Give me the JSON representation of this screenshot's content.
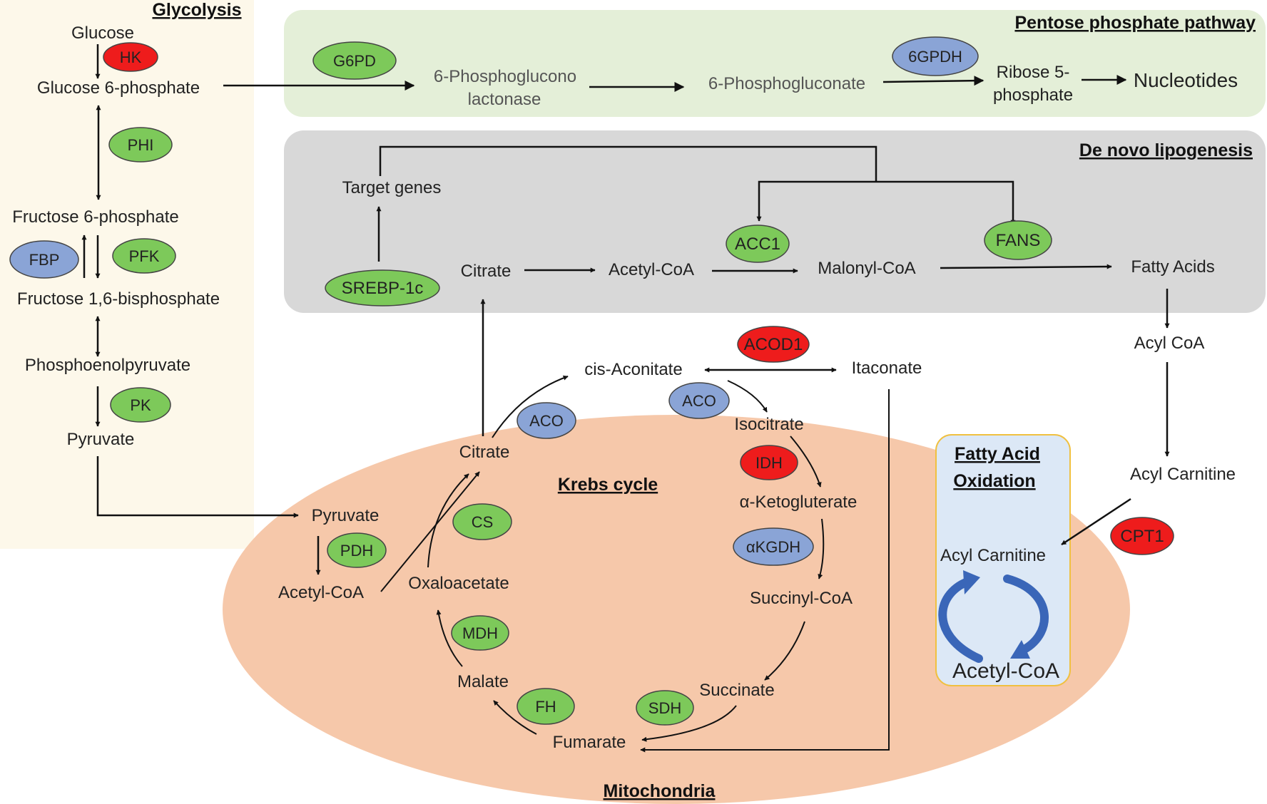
{
  "regions": {
    "glycolysis": "Glycolysis",
    "pentose": "Pentose phosphate pathway",
    "lipogenesis": "De novo lipogenesis",
    "krebs": "Krebs cycle",
    "mitochondria": "Mitochondria",
    "fao_line1": "Fatty Acid",
    "fao_line2": "Oxidation"
  },
  "glycolysis": {
    "glucose": "Glucose",
    "g6p": "Glucose 6-phosphate",
    "f6p": "Fructose 6-phosphate",
    "f16bp": "Fructose 1,6-bisphosphate",
    "pep": "Phosphoenolpyruvate",
    "pyruvate": "Pyruvate"
  },
  "pentose": {
    "pgl_line1": "6-Phosphoglucono",
    "pgl_line2": "lactonase",
    "pg": "6-Phosphogluconate",
    "r5p_line1": "Ribose 5-",
    "r5p_line2": "phosphate",
    "nucleotides": "Nucleotides"
  },
  "lipogenesis": {
    "target_genes": "Target genes",
    "citrate": "Citrate",
    "acetyl_coa": "Acetyl-CoA",
    "malonyl_coa": "Malonyl-CoA",
    "fatty_acids": "Fatty Acids"
  },
  "fatty_acid": {
    "acyl_coa": "Acyl CoA",
    "acyl_carnitine": "Acyl Carnitine",
    "acyl_carnitine_inner": "Acyl Carnitine",
    "acetyl_coa_big": "Acetyl-CoA"
  },
  "krebs": {
    "pyruvate": "Pyruvate",
    "acetyl_coa": "Acetyl-CoA",
    "citrate": "Citrate",
    "cis_aconitate": "cis-Aconitate",
    "itaconate": "Itaconate",
    "isocitrate": "Isocitrate",
    "akg": "α-Ketogluterate",
    "succinyl_coa": "Succinyl-CoA",
    "succinate": "Succinate",
    "fumarate": "Fumarate",
    "malate": "Malate",
    "oxaloacetate": "Oxaloacetate"
  },
  "enzymes": {
    "hk": "HK",
    "phi": "PHI",
    "fbp": "FBP",
    "pfk": "PFK",
    "pk": "PK",
    "g6pd": "G6PD",
    "6gpdh": "6GPDH",
    "srebp": "SREBP-1c",
    "acc1": "ACC1",
    "fans": "FANS",
    "pdh": "PDH",
    "cs": "CS",
    "aco1": "ACO",
    "aco2": "ACO",
    "acod1": "ACOD1",
    "idh": "IDH",
    "akgdh": "αKGDH",
    "sdh": "SDH",
    "fh": "FH",
    "mdh": "MDH",
    "cpt1": "CPT1"
  },
  "colors": {
    "green_enzyme": "#7dc95a",
    "blue_enzyme": "#8aa4d6",
    "red_enzyme": "#ee1c1c",
    "mitochondria_fill": "#f6c8aa",
    "glycolysis_fill": "#fdf8ea",
    "pentose_fill": "#e4efd8",
    "lipogenesis_fill": "#d8d8d8",
    "fao_fill": "#dce8f6",
    "fao_border": "#f0c040",
    "cycle_arrow": "#3a66b8"
  }
}
